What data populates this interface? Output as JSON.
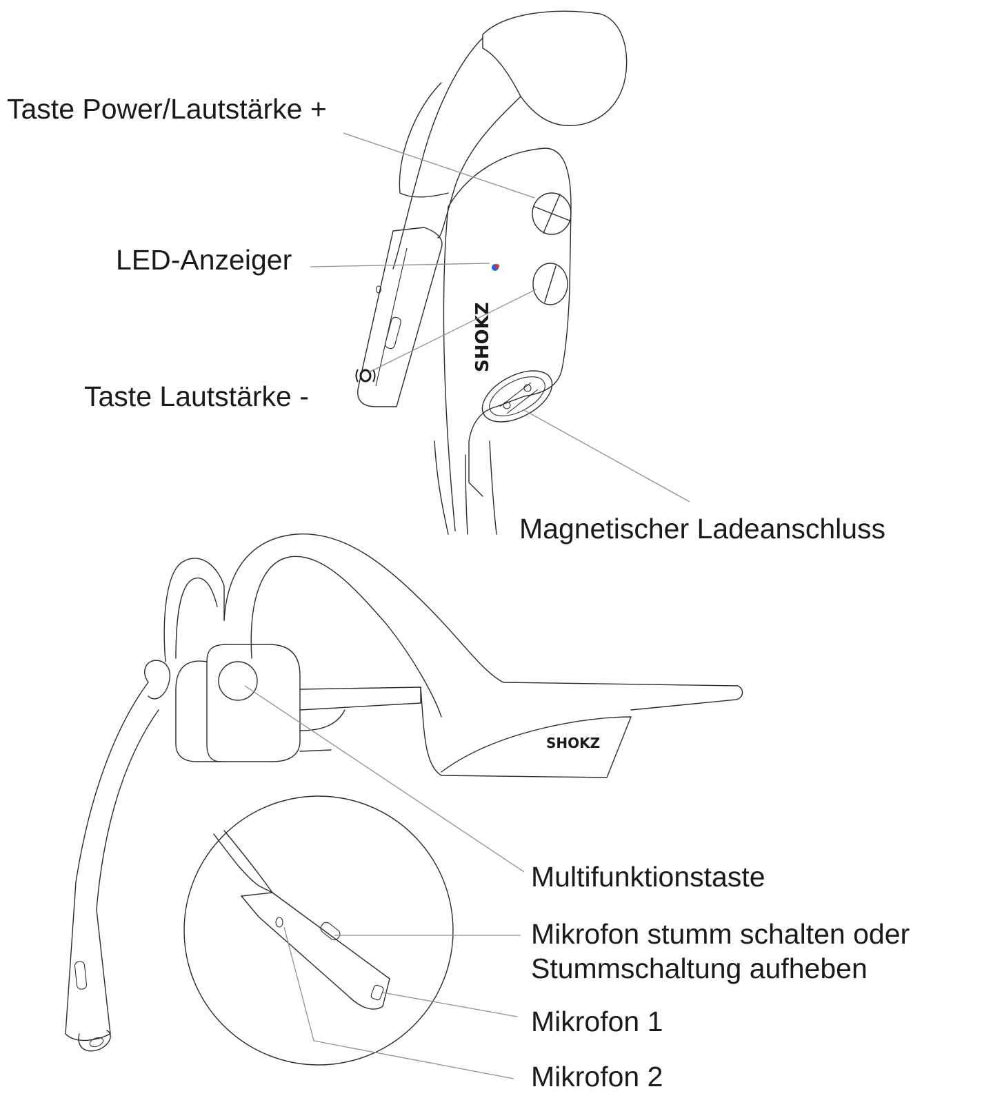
{
  "brand": {
    "logo_text": "SHOKZ",
    "logo_text_top": "SHOKZ"
  },
  "labels": {
    "power_volume_up": "Taste Power/Lautstärke +",
    "led_indicator": "LED-Anzeiger",
    "volume_down": "Taste Lautstärke -",
    "magnetic_charging_port": "Magnetischer Ladeanschluss",
    "multifunction_button": "Multifunktionstaste",
    "mic_mute_line1": "Mikrofon stumm schalten oder",
    "mic_mute_line2": "Stummschaltung aufheben",
    "microphone_1": "Mikrofon 1",
    "microphone_2": "Mikrofon 2"
  },
  "colors": {
    "led_red": "#d9342b",
    "led_blue": "#2b5fd9",
    "line": "#2a2a2a",
    "callout": "#8e8e8e"
  }
}
